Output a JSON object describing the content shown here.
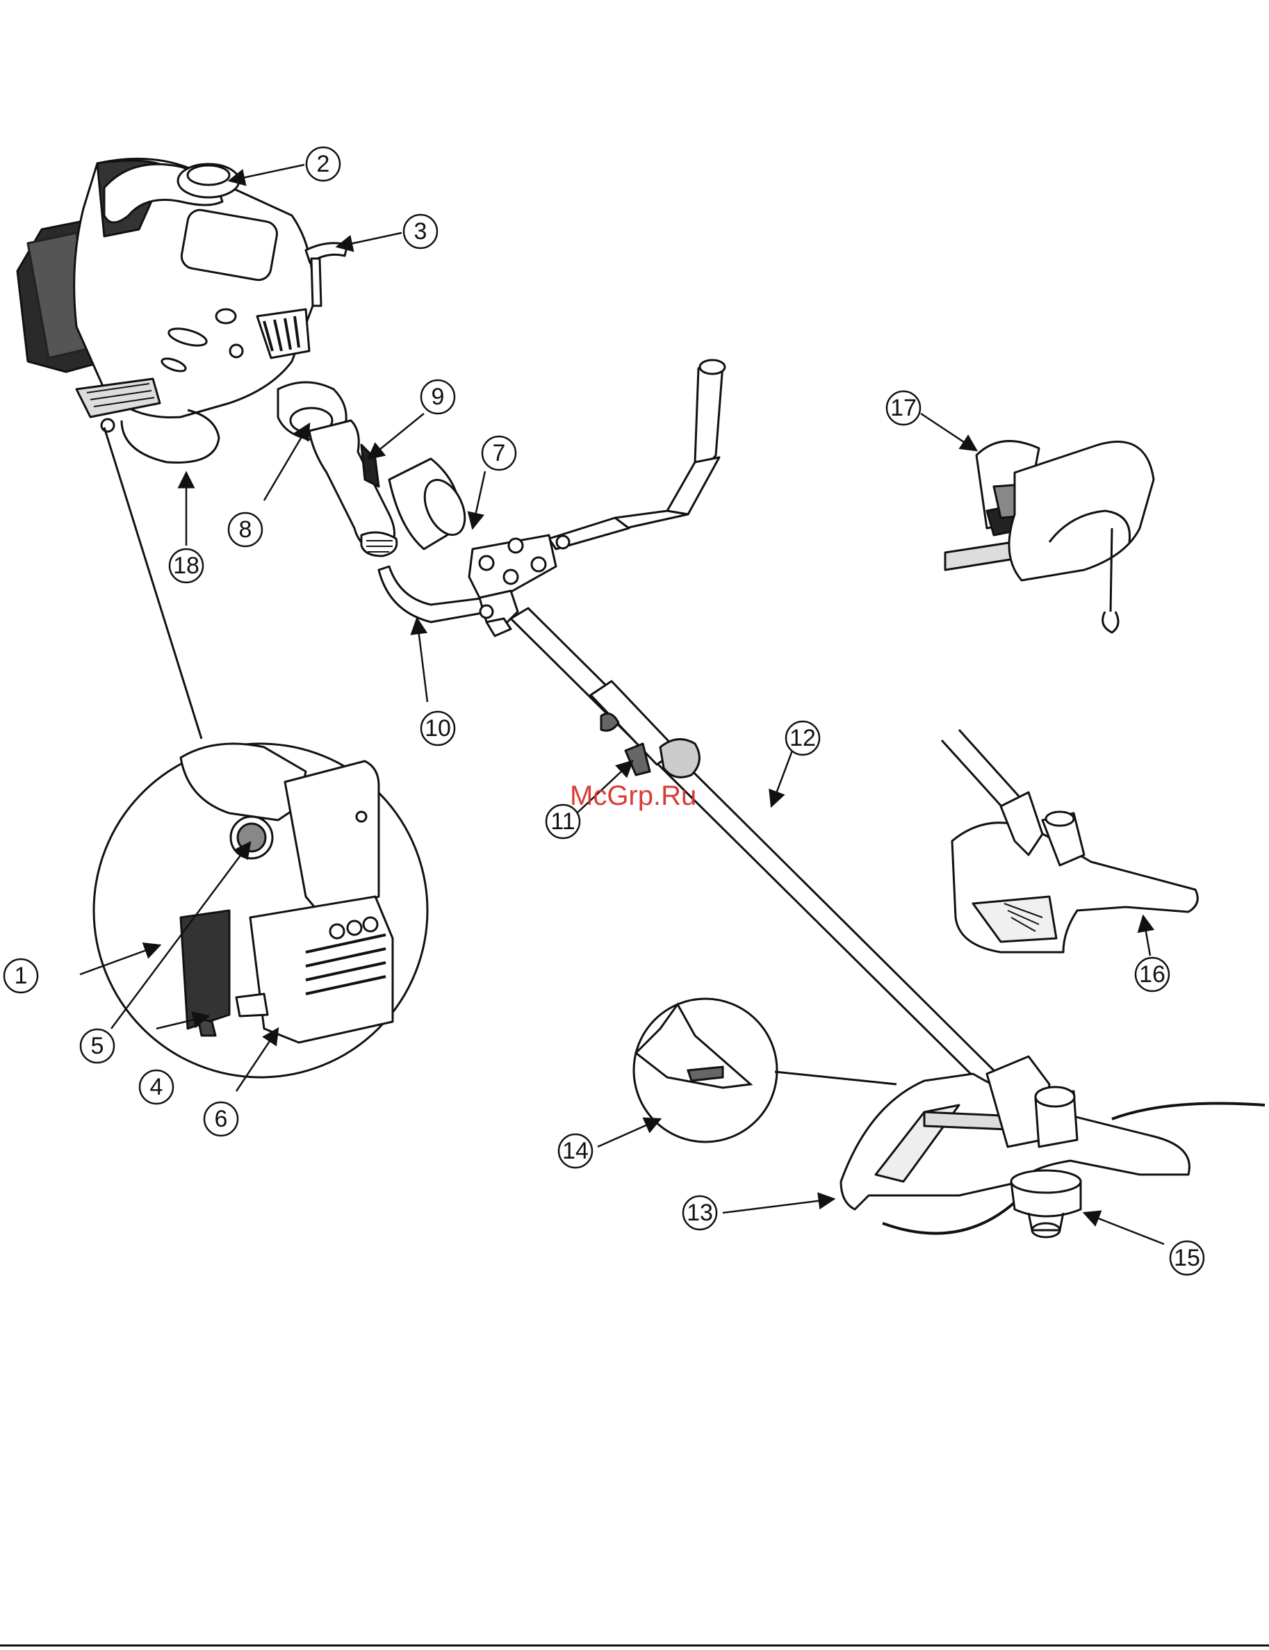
{
  "watermark": "McGrp.Ru",
  "colors": {
    "ink": "#111111",
    "watermark": "#d8322c",
    "background": "#ffffff"
  },
  "callouts": [
    {
      "id": "1",
      "label": "1"
    },
    {
      "id": "2",
      "label": "2"
    },
    {
      "id": "3",
      "label": "3"
    },
    {
      "id": "4",
      "label": "4"
    },
    {
      "id": "5",
      "label": "5"
    },
    {
      "id": "6",
      "label": "6"
    },
    {
      "id": "7",
      "label": "7"
    },
    {
      "id": "8",
      "label": "8"
    },
    {
      "id": "9",
      "label": "9"
    },
    {
      "id": "10",
      "label": "10"
    },
    {
      "id": "11",
      "label": "11"
    },
    {
      "id": "12",
      "label": "12"
    },
    {
      "id": "13",
      "label": "13"
    },
    {
      "id": "14",
      "label": "14"
    },
    {
      "id": "15",
      "label": "15"
    },
    {
      "id": "16",
      "label": "16"
    },
    {
      "id": "17",
      "label": "17"
    },
    {
      "id": "18",
      "label": "18"
    }
  ]
}
